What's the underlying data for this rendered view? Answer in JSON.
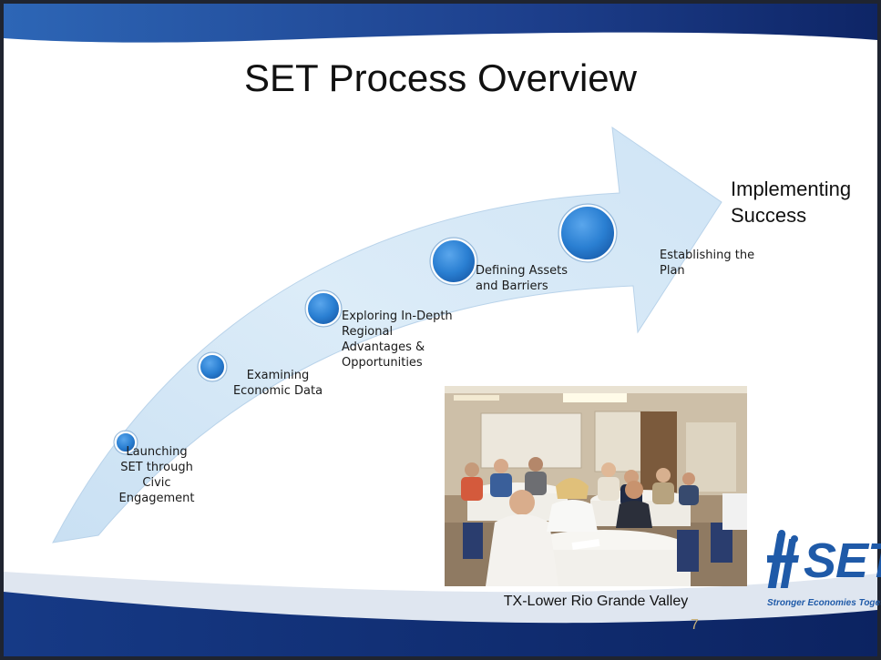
{
  "slide": {
    "title": "SET Process Overview",
    "page_number": "7"
  },
  "process": {
    "steps": [
      {
        "label_lines": [
          "Launching",
          "SET through",
          "Civic",
          "Engagement"
        ]
      },
      {
        "label_lines": [
          "Examining",
          "Economic Data"
        ]
      },
      {
        "label_lines": [
          "Exploring In-Depth",
          "Regional",
          "Advantages &",
          "Opportunities"
        ]
      },
      {
        "label_lines": [
          "Defining Assets",
          "and Barriers"
        ]
      },
      {
        "label_lines": [
          "Establishing the",
          "Plan"
        ]
      }
    ],
    "final_label_lines": [
      "Implementing",
      "Success"
    ]
  },
  "photo": {
    "caption": "TX-Lower Rio Grande Valley"
  },
  "logo": {
    "name": "SET",
    "tagline": "Stronger Economies Together"
  },
  "colors": {
    "navy": "#0f2a6e",
    "accent_blue": "#2b63b8",
    "arrow_fill": "#d4e7f6",
    "circle_blue": "#2b7fd1"
  }
}
